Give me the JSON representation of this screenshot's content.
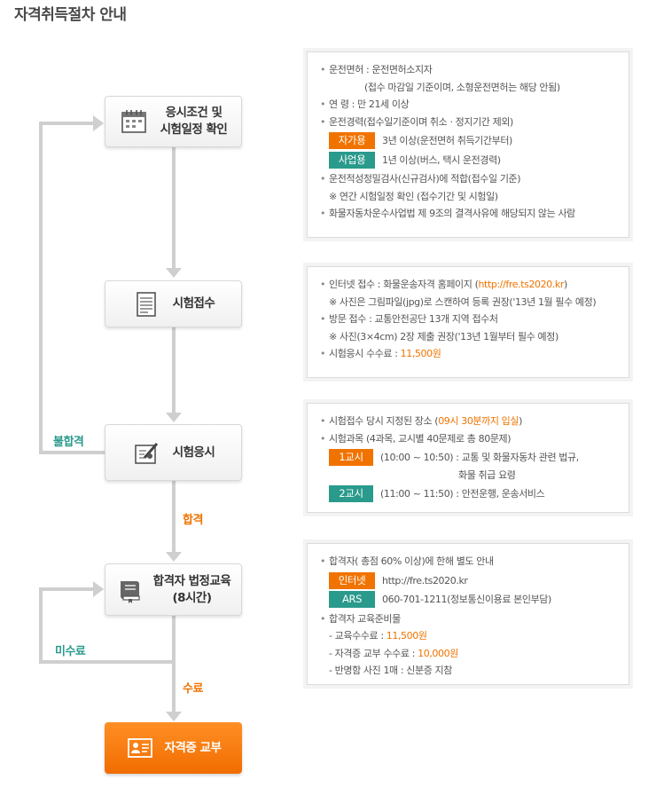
{
  "title": "자격취득절차 안내",
  "steps": {
    "step1": "응시조건 및\n시험일정 확인",
    "step2": "시험접수",
    "step3": "시험응시",
    "step4": "합격자 법정교육\n(8시간)",
    "step5": "자격증 교부"
  },
  "labels": {
    "fail": "불합격",
    "pass": "합격",
    "incomplete": "미수료",
    "complete": "수료"
  },
  "panel1": {
    "license": "운전면허 : 운전면허소지자",
    "license_note": "(접수 마감일 기준이며, 소형운전면허는 해당 안됨)",
    "age": "연 령 : 만 21세 이상",
    "career": "운전경력(접수일기준이며 취소 · 정지기간 제외)",
    "tag_private": "자가용",
    "private_text": "3년 이상(운전면허 취득기간부터)",
    "tag_business": "사업용",
    "business_text": "1년 이상(버스, 택시 운전경력)",
    "aptitude": "운전적성정밀검사(신규검사)에 적합(접수일 기준)",
    "schedule_note": "※ 연간 시험일정 확인 (접수기간 및 시험일)",
    "disqualify": "화물자동차운수사업법 제 9조의 결격사유에 해당되지 않는 사람"
  },
  "panel2": {
    "internet_prefix": "인터넷 접수 : 화물운송자격 홈페이지 (",
    "internet_url": "http://fre.ts2020.kr",
    "internet_suffix": ")",
    "photo_note": "※ 사진은 그림파일(jpg)로 스캔하여 등록 권장('13년 1월 필수 예정)",
    "visit": "방문 접수 : 교통안전공단 13개 지역 접수처",
    "photo_note2": "※ 사진(3×4cm) 2장 제출 권장('13년 1월부터 필수 예정)",
    "fee_prefix": "시험응시 수수료 : ",
    "fee_value": "11,500원"
  },
  "panel3": {
    "place_prefix": "시험접수 당시 지정된 장소 (",
    "place_hl": "09시 30분까지 입실",
    "place_suffix": ")",
    "subjects": "시험과목 (4과목, 교시별 40문제로 총 80문제)",
    "tag1": "1교시",
    "session1_time": "(10:00 ~ 10:50) : 교통 및 화물자동차 관련 법규,",
    "session1_cont": "화물 취급 요령",
    "tag2": "2교시",
    "session2_text": "(11:00 ~ 11:50) : 안전운행, 운송서비스"
  },
  "panel4": {
    "notice": "합격자( 총점 60% 이상)에 한해 별도 안내",
    "tag_internet": "인터넷",
    "internet_url": "http://fre.ts2020.kr",
    "tag_ars": "ARS",
    "ars_text": "060-701-1211(정보통신이용료 본인부담)",
    "prep": "합격자 교육준비물",
    "edu_fee_prefix": "- 교육수수료 : ",
    "edu_fee_value": "11,500원",
    "cert_fee_prefix": "- 자격증 교부 수수료 : ",
    "cert_fee_value": "10,000원",
    "photo": "- 반명함 사진 1매 : 신분증 지참"
  }
}
